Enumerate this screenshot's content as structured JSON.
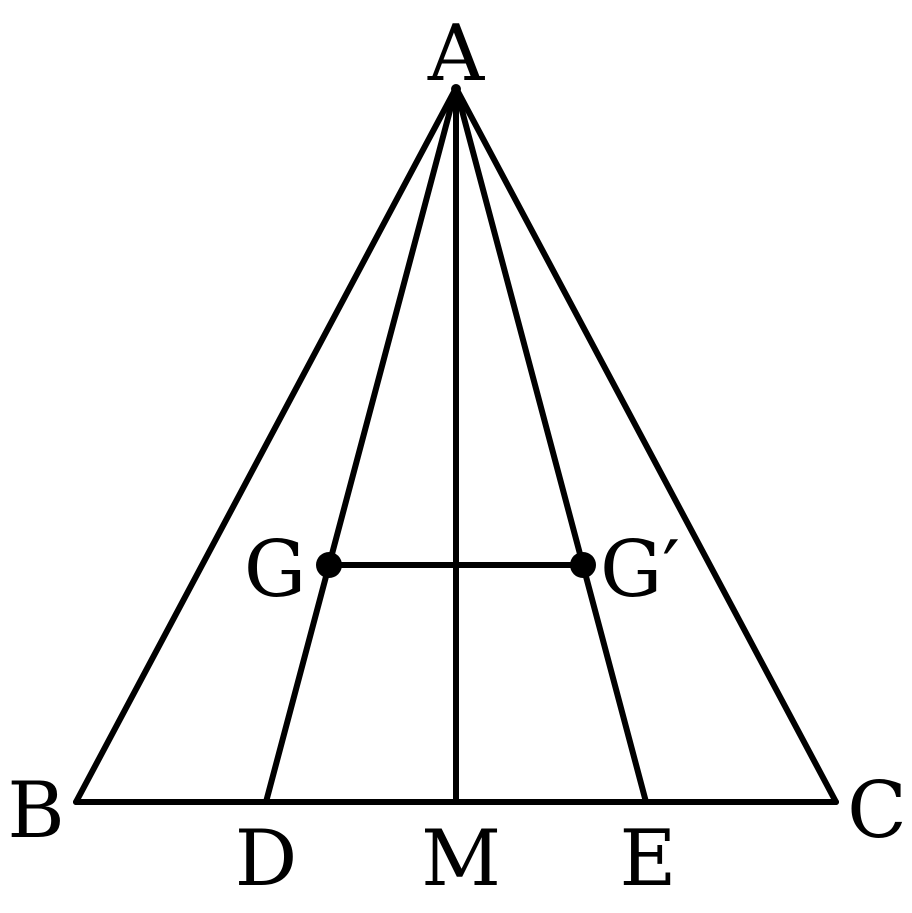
{
  "figure": {
    "points": {
      "A": "A",
      "B": "B",
      "C": "C",
      "D": "D",
      "M": "M",
      "E": "E",
      "G": "G",
      "G_prime": "G′"
    },
    "line_color": "#000000",
    "background_color": "#ffffff"
  }
}
